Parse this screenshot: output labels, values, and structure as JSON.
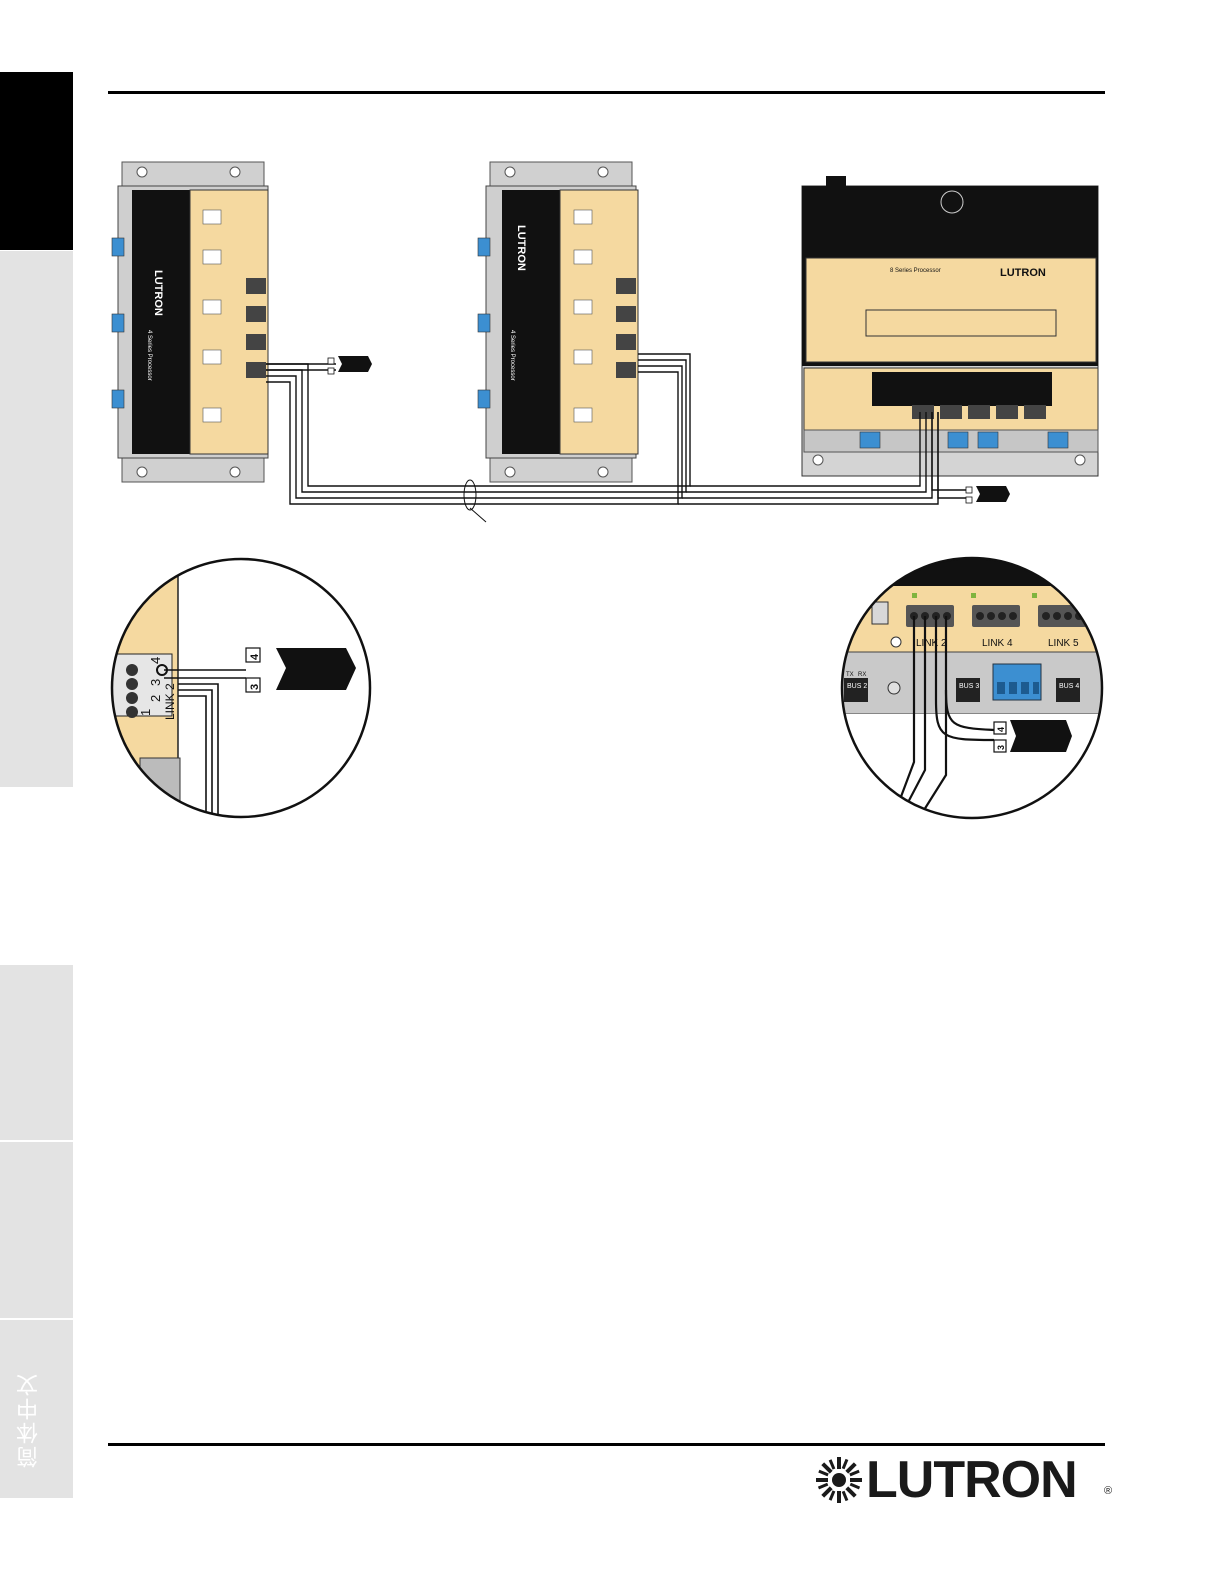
{
  "side_tabs": [
    {
      "label": ""
    },
    {
      "label": ""
    },
    {
      "label": ""
    },
    {
      "label": ""
    },
    {
      "label": "简体中文"
    }
  ],
  "processors": [
    {
      "brand": "LUTRON",
      "title": "4 Series Processor"
    },
    {
      "brand": "LUTRON",
      "title": "4 Series Processor"
    },
    {
      "brand": "LUTRON",
      "title": "8 Series Processor"
    }
  ],
  "detail_left": {
    "terminal_numbers": [
      "1",
      "2",
      "3",
      "4"
    ],
    "connector_label": "LINK 2",
    "wire_tags": [
      "4",
      "3"
    ]
  },
  "detail_right": {
    "link_labels": [
      "LINK 2",
      "LINK 4",
      "LINK 5"
    ],
    "bus_labels": [
      "BUS 2",
      "BUS 3",
      "BUS 4"
    ],
    "tx_label": "TX",
    "rx_label": "RX",
    "wire_tags": [
      "4",
      "3"
    ]
  },
  "footer": {
    "brand": "LUTRON",
    "registered": "®"
  },
  "colors": {
    "panel_tan": "#f5d9a0",
    "panel_black": "#111111",
    "terminal_blue": "#3c8fd1",
    "chassis_grey": "#c9c9c9",
    "tab_grey": "#e3e3e3"
  }
}
